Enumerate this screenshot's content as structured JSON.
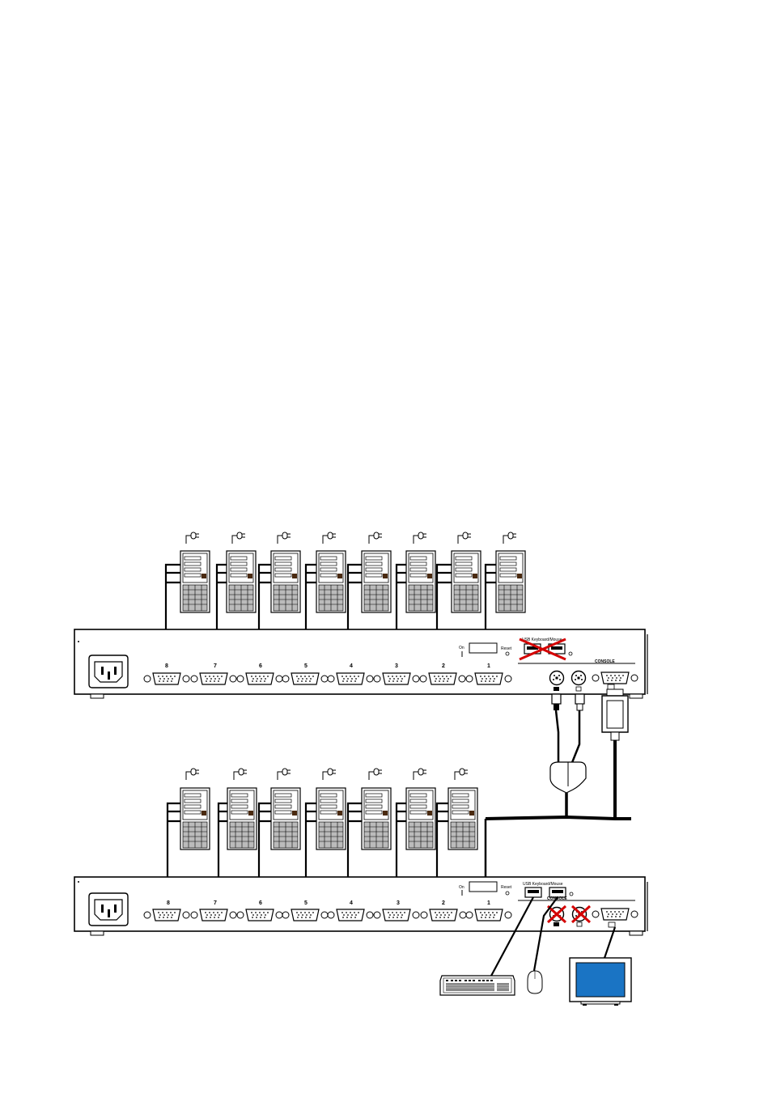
{
  "diagram": {
    "top_unit": {
      "port_numbers": [
        "8",
        "7",
        "6",
        "5",
        "4",
        "3",
        "2",
        "1"
      ],
      "usb_label": "USB Keyboard/Mouse",
      "console_label": "CONSOLE",
      "reset_label": "Reset",
      "fw_label": "On"
    },
    "bottom_unit": {
      "port_numbers": [
        "8",
        "7",
        "6",
        "5",
        "4",
        "3",
        "2",
        "1"
      ],
      "usb_label": "USB Keyboard/Mouse",
      "console_label": "CONSOLE",
      "reset_label": "Reset",
      "fw_label": "On"
    },
    "icons": {
      "server": "server-tower-icon",
      "power_plug": "power-plug-icon",
      "keyboard": "keyboard-icon",
      "mouse": "mouse-icon",
      "monitor": "monitor-icon",
      "disabled_mark": "red-x-icon"
    },
    "colors": {
      "cross": "#d40000",
      "screen": "#1a74c4",
      "line": "#000000"
    }
  }
}
